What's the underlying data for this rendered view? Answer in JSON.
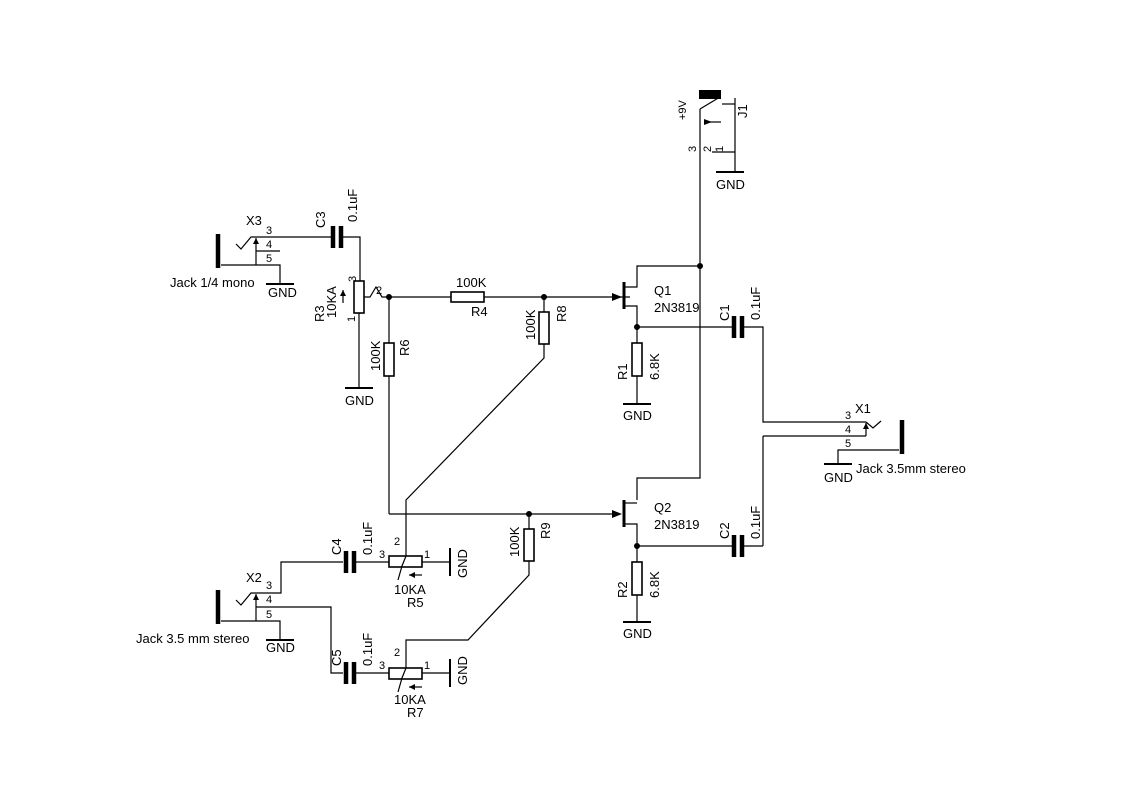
{
  "power": {
    "supply_label": "+9V",
    "connector": "J1",
    "pins": [
      "3",
      "2",
      "1"
    ],
    "ground": "GND"
  },
  "x3": {
    "ref": "X3",
    "pins": [
      "3",
      "4",
      "5"
    ],
    "name": "Jack 1/4 mono",
    "ground": "GND"
  },
  "c3": {
    "ref": "C3",
    "value": "0.1uF"
  },
  "r3": {
    "ref": "R3",
    "value": "10KA",
    "pins": [
      "3",
      "2",
      "1"
    ]
  },
  "r3_gnd": "GND",
  "r4": {
    "ref": "R4",
    "value": "100K"
  },
  "r6": {
    "ref": "R6",
    "value": "100K"
  },
  "r8": {
    "ref": "R8",
    "value": "100K"
  },
  "q1": {
    "ref": "Q1",
    "part": "2N3819"
  },
  "r1": {
    "ref": "R1",
    "value": "6.8K",
    "ground": "GND"
  },
  "c1": {
    "ref": "C1",
    "value": "0.1uF"
  },
  "x1": {
    "ref": "X1",
    "pins": [
      "3",
      "4",
      "5"
    ],
    "name": "Jack 3.5mm stereo",
    "ground": "GND"
  },
  "q2": {
    "ref": "Q2",
    "part": "2N3819"
  },
  "r2": {
    "ref": "R2",
    "value": "6.8K",
    "ground": "GND"
  },
  "c2": {
    "ref": "C2",
    "value": "0.1uF"
  },
  "r9": {
    "ref": "R9",
    "value": "100K"
  },
  "c4": {
    "ref": "C4",
    "value": "0.1uF"
  },
  "c5": {
    "ref": "C5",
    "value": "0.1uF"
  },
  "r5": {
    "ref": "R5",
    "value": "10KA",
    "pins": [
      "3",
      "2",
      "1"
    ],
    "ground": "GND"
  },
  "r7": {
    "ref": "R7",
    "value": "10KA",
    "pins": [
      "3",
      "2",
      "1"
    ],
    "ground": "GND"
  },
  "x2": {
    "ref": "X2",
    "pins": [
      "3",
      "4",
      "5"
    ],
    "name": "Jack 3.5 mm stereo",
    "ground": "GND"
  }
}
